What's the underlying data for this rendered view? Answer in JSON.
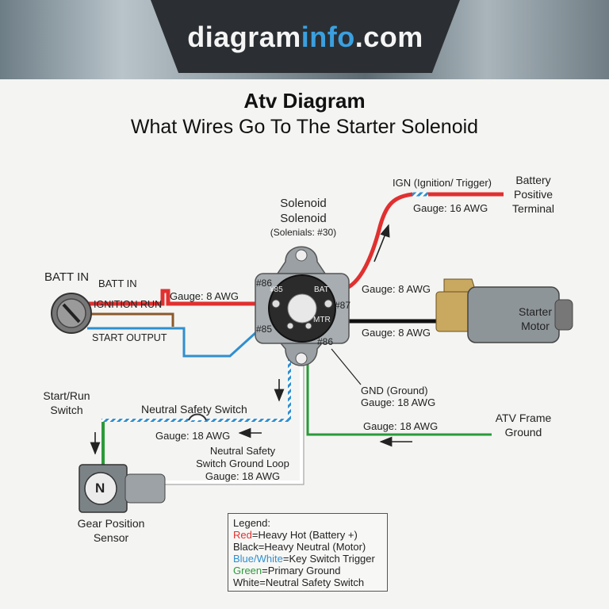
{
  "site": {
    "logo_main": "diagram",
    "logo_accent": "info",
    "logo_tld": ".com"
  },
  "title": {
    "line1": "Atv Diagram",
    "line2": "What Wires Go To The Starter Solenoid"
  },
  "solenoid": {
    "label1": "Solenoid",
    "label2": "Solenoid",
    "sub": "(Solenials: #30)",
    "tl": "#86",
    "tr": "#87",
    "bl": "#85",
    "br": "#86",
    "inner_left": "¥85",
    "inner_right": "BAT",
    "inner_mtr": "MTR"
  },
  "labels": {
    "batt_in": "BATT IN",
    "batt_in_wire": "BATT IN",
    "ign_run": "IGNITION RUN",
    "start_output": "START OUTPUT",
    "gauge_left": "Gauge: 8 AWG",
    "ign_trigger": "IGN (Ignition/ Trigger)",
    "gauge_ign": "Gauge: 16 AWG",
    "battery_pos": [
      "Battery",
      "Positive",
      "Terminal"
    ],
    "gauge_mid": "Gauge: 8 AWG",
    "gauge_motor": "Gauge: 8 AWG",
    "starter_motor": [
      "Starter",
      "Motor"
    ],
    "gnd": "GND (Ground)",
    "gauge_gnd": "Gauge: 18 AWG",
    "gauge_frame": "Gauge: 18 AWG",
    "atv_frame": [
      "ATV Frame",
      "Ground"
    ],
    "start_run": [
      "Start/Run",
      "Switch"
    ],
    "neutral_switch": "Neutral Safety Switch",
    "gauge_neutral": "Gauge: 18 AWG",
    "loop": [
      "Neutral Safety",
      "Switch Ground Loop",
      "Gauge: 18 AWG"
    ],
    "gear_pos": [
      "Gear Position",
      "Sensor"
    ],
    "gear_letter": "N"
  },
  "legend": {
    "title": "Legend:",
    "items": [
      {
        "color_word": "Red",
        "rest": "=Heavy Hot (Battery +)",
        "color": "#e03030"
      },
      {
        "color_word": "Black",
        "rest": "=Heavy Neutral (Motor)",
        "color": "#222222"
      },
      {
        "color_word": "Blue/White",
        "rest": "=Key Switch Trigger",
        "color": "#2f8fd0"
      },
      {
        "color_word": "Green",
        "rest": "=Primary Ground",
        "color": "#2a9a3a"
      },
      {
        "color_word": "White",
        "rest": "=Neutral Safety Switch",
        "color": "#222222"
      }
    ]
  },
  "colors": {
    "red": "#e03030",
    "black": "#111111",
    "blue": "#2f8fd0",
    "green": "#2a9a3a",
    "brown": "#8a5a2a"
  }
}
